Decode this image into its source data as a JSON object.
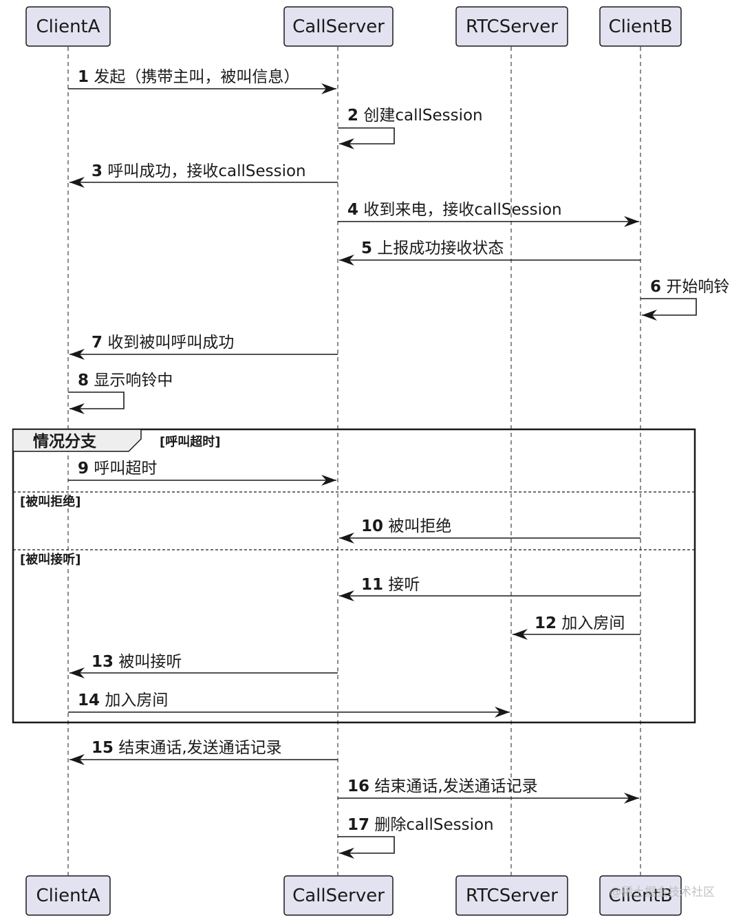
{
  "participants": [
    {
      "id": "ClientA",
      "label": "ClientA"
    },
    {
      "id": "CallServer",
      "label": "CallServer"
    },
    {
      "id": "RTCServer",
      "label": "RTCServer"
    },
    {
      "id": "ClientB",
      "label": "ClientB"
    }
  ],
  "messages": [
    {
      "num": "1",
      "text": "发起（携带主叫，被叫信息）",
      "from": "ClientA",
      "to": "CallServer"
    },
    {
      "num": "2",
      "text": "创建callSession",
      "from": "CallServer",
      "to": "CallServer"
    },
    {
      "num": "3",
      "text": "呼叫成功，接收callSession",
      "from": "CallServer",
      "to": "ClientA"
    },
    {
      "num": "4",
      "text": "收到来电，接收callSession",
      "from": "CallServer",
      "to": "ClientB"
    },
    {
      "num": "5",
      "text": "上报成功接收状态",
      "from": "ClientB",
      "to": "CallServer"
    },
    {
      "num": "6",
      "text": "开始响铃",
      "from": "ClientB",
      "to": "ClientB"
    },
    {
      "num": "7",
      "text": "收到被叫呼叫成功",
      "from": "CallServer",
      "to": "ClientA"
    },
    {
      "num": "8",
      "text": "显示响铃中",
      "from": "ClientA",
      "to": "ClientA"
    },
    {
      "num": "9",
      "text": "呼叫超时",
      "from": "ClientA",
      "to": "CallServer"
    },
    {
      "num": "10",
      "text": "被叫拒绝",
      "from": "ClientB",
      "to": "CallServer"
    },
    {
      "num": "11",
      "text": "接听",
      "from": "ClientB",
      "to": "CallServer"
    },
    {
      "num": "12",
      "text": "加入房间",
      "from": "ClientB",
      "to": "RTCServer"
    },
    {
      "num": "13",
      "text": "被叫接听",
      "from": "CallServer",
      "to": "ClientA"
    },
    {
      "num": "14",
      "text": "加入房间",
      "from": "ClientA",
      "to": "RTCServer"
    },
    {
      "num": "15",
      "text": "结束通话,发送通话记录",
      "from": "CallServer",
      "to": "ClientA"
    },
    {
      "num": "16",
      "text": "结束通话,发送通话记录",
      "from": "CallServer",
      "to": "ClientB"
    },
    {
      "num": "17",
      "text": "删除callSession",
      "from": "CallServer",
      "to": "CallServer"
    }
  ],
  "fragment": {
    "title": "情况分支",
    "guards": [
      "[呼叫超时]",
      "[被叫拒绝]",
      "[被叫接听]"
    ]
  },
  "watermark": "@稀土掘金技术社区"
}
